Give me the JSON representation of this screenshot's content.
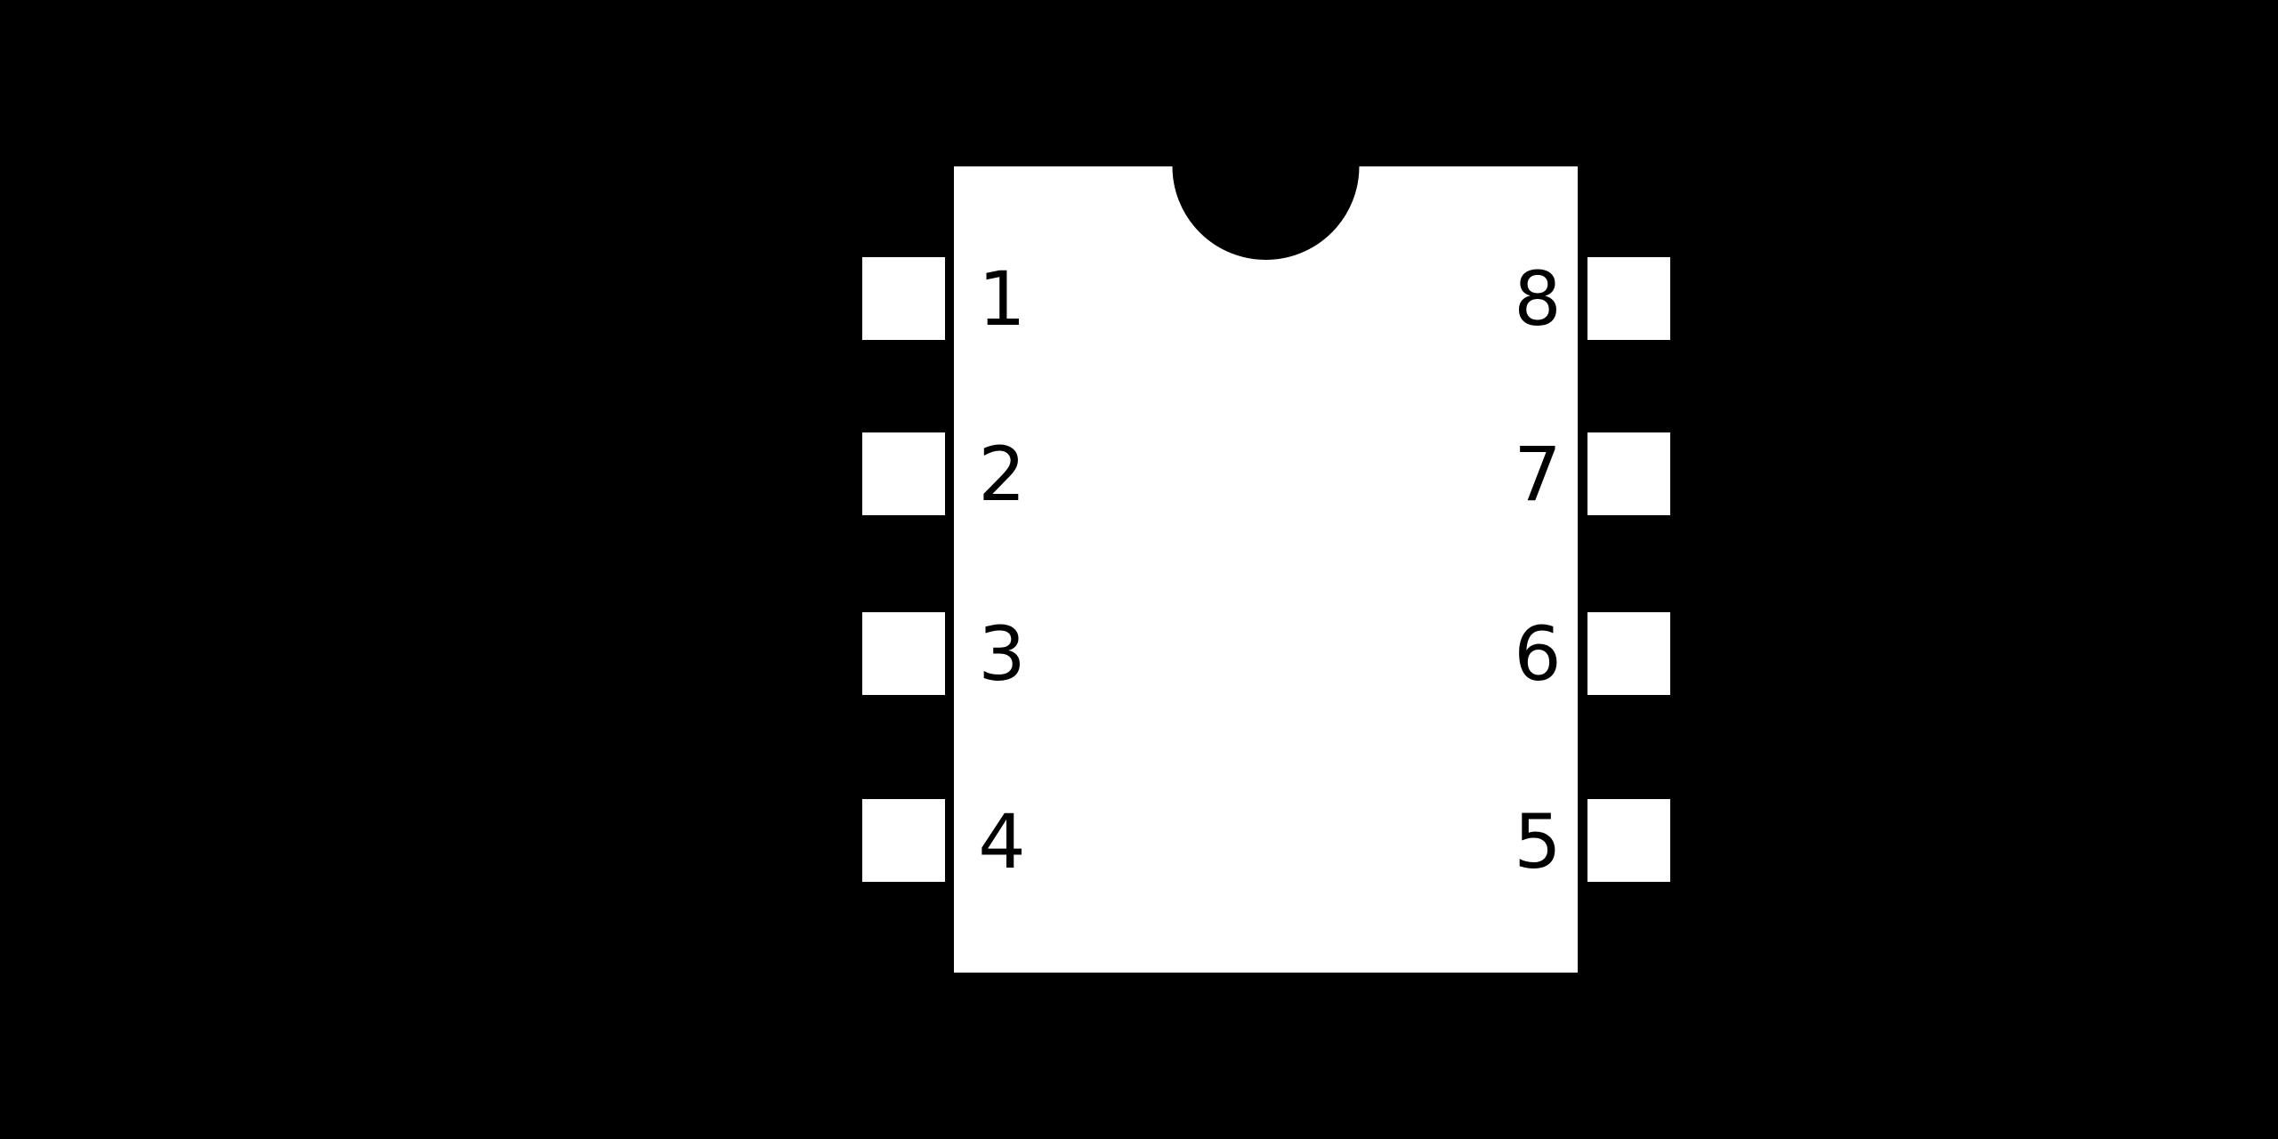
{
  "diagram": {
    "kind": "dip8-ic-package-pinout",
    "colors": {
      "background": "#000000",
      "chip_body": "#ffffff",
      "pin_pad": "#ffffff",
      "notch_stroke": "#000000",
      "notch_fill": "#ffffff",
      "label_ink": "#000000"
    },
    "notch": {
      "shape": "semicircle"
    },
    "pins": {
      "left": [
        {
          "number": "1"
        },
        {
          "number": "2"
        },
        {
          "number": "3"
        },
        {
          "number": "4"
        }
      ],
      "right": [
        {
          "number": "8"
        },
        {
          "number": "7"
        },
        {
          "number": "6"
        },
        {
          "number": "5"
        }
      ]
    }
  }
}
